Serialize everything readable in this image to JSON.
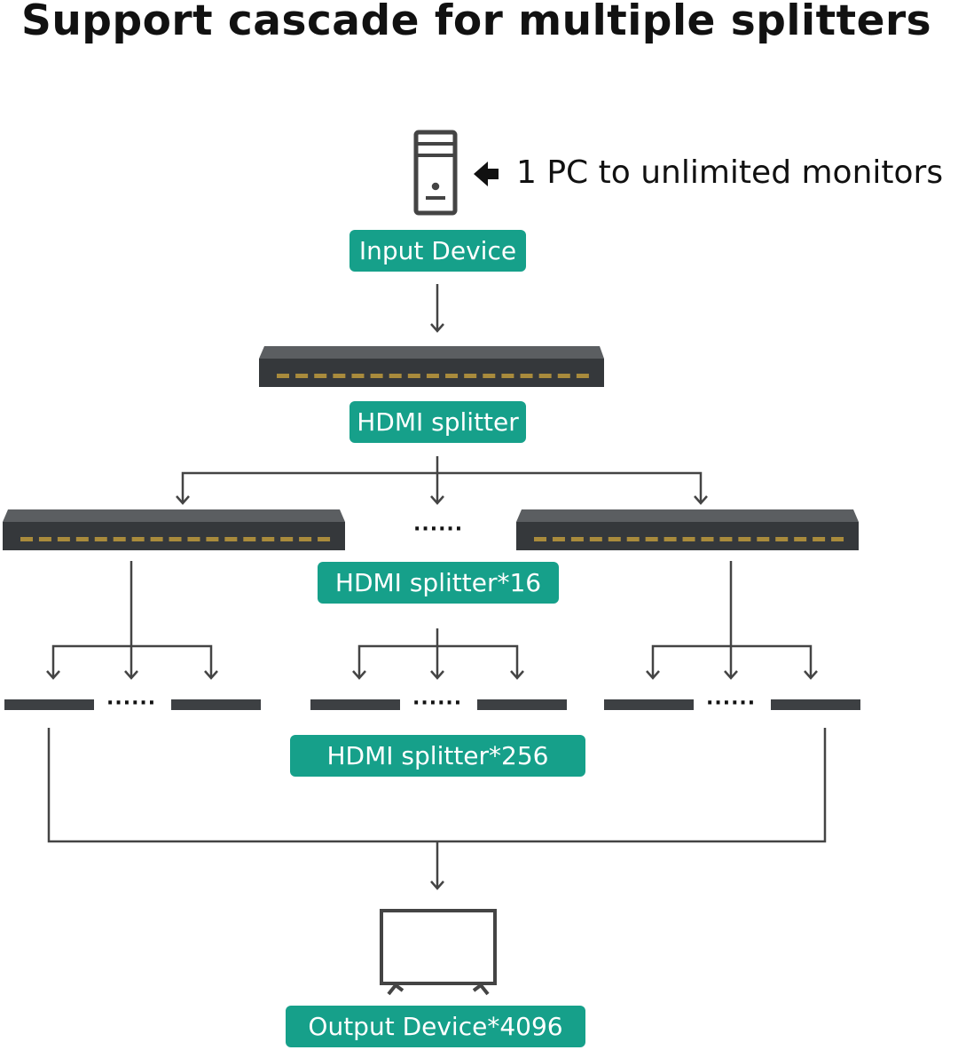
{
  "title": "Support cascade for multiple splitters",
  "note": "1 PC to unlimited monitors",
  "labels": {
    "input": "Input Device",
    "splitter": "HDMI splitter",
    "splitter16": "HDMI splitter*16",
    "splitter256": "HDMI splitter*256",
    "output": "Output Device*4096"
  },
  "ellipsis": "······",
  "colors": {
    "accent": "#16a08a",
    "line": "#444444",
    "device": "#3a3d40"
  }
}
